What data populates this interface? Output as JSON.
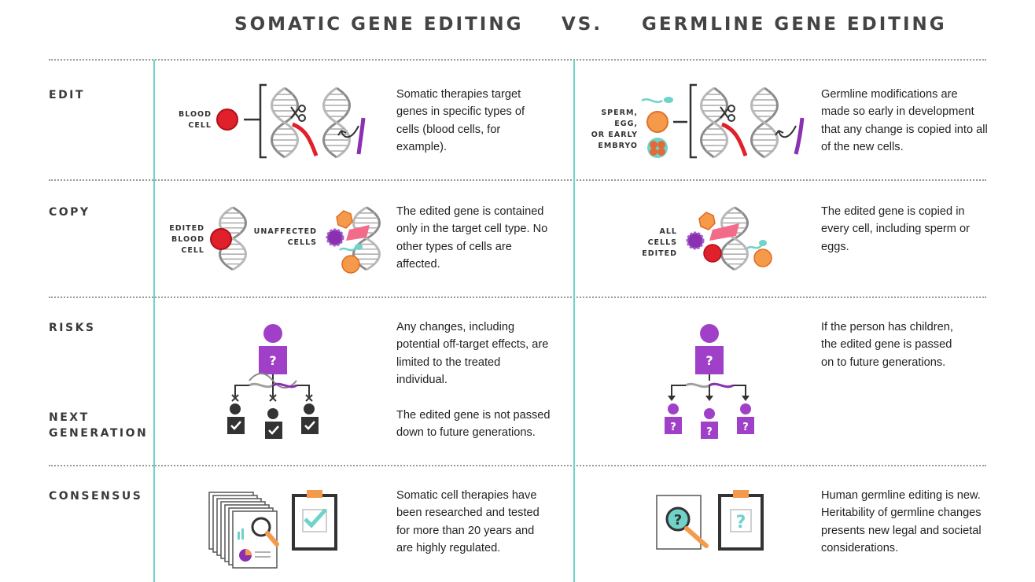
{
  "header": {
    "somatic_title": "SOMATIC GENE EDITING",
    "vs": "VS.",
    "germline_title": "GERMLINE GENE EDITING"
  },
  "rows": {
    "edit": "EDIT",
    "copy": "COPY",
    "risks": "RISKS",
    "next_generation_1": "NEXT",
    "next_generation_2": "GENERATION",
    "consensus": "CONSENSUS"
  },
  "somatic": {
    "edit_text": "Somatic therapies target genes in specific types of cells (blood cells, for example).",
    "copy_text": "The edited gene is contained only in the target cell type. No other types of cells are affected.",
    "risks_text": "Any changes, including potential off-target effects, are limited to the treated individual.",
    "next_text": "The edited gene is not passed down to future generations.",
    "consensus_text": "Somatic cell therapies have been researched and tested for more than 20 years and are highly regulated."
  },
  "germline": {
    "edit_text": "Germline modifications are made so early in development that any change is copied into all of the new cells.",
    "copy_text": "The edited gene is copied in every cell, including sperm or eggs.",
    "risks_text": "If the person has children, the edited gene is passed on to future generations.",
    "consensus_text": "Human germline editing is new. Heritability of germline changes presents new legal and societal considerations."
  },
  "labels": {
    "blood": "BLOOD",
    "cell": "CELL",
    "edited": "EDITED",
    "unaffected": "UNAFFECTED",
    "cells": "CELLS",
    "sperm": "SPERM,",
    "egg": "EGG,",
    "or_early": "OR EARLY",
    "embryo": "EMBRYO",
    "all": "ALL",
    "question": "?"
  },
  "colors": {
    "teal": "#6fd3c9",
    "red": "#e0202a",
    "purple": "#a040c8",
    "orange": "#f59a4a",
    "pink": "#f26c8a"
  }
}
